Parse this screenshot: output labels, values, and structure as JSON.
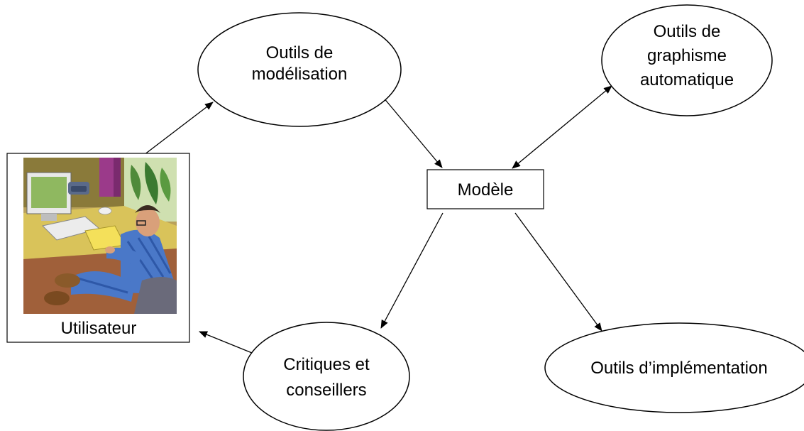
{
  "nodes": {
    "modelisation": {
      "line1": "Outils",
      "line1b": "de",
      "line2": "modélisation"
    },
    "graphisme": {
      "line1": "Outils de",
      "line2": "graphisme",
      "line3": "automatique"
    },
    "modele": {
      "label": "Modèle"
    },
    "critiques": {
      "line1": "Critiques et",
      "line2": "conseillers"
    },
    "implementation": {
      "label": "Outils d’implémentation"
    },
    "utilisateur": {
      "label": "Utilisateur"
    }
  },
  "colors": {
    "stroke": "#000000",
    "background": "#ffffff"
  },
  "icons": {
    "user_illustration": "person-at-desk-clipart-icon"
  }
}
